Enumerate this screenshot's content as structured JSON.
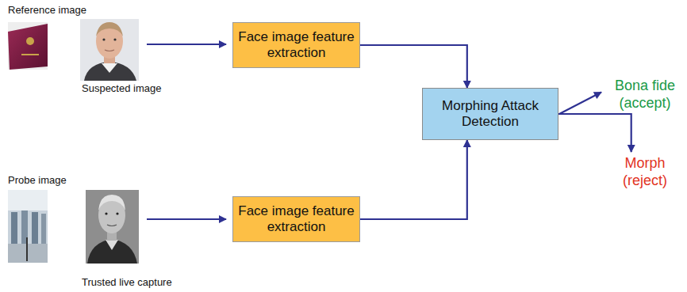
{
  "diagram": {
    "nodes": [
      {
        "text": [
          "Face image feature extraction"
        ]
      },
      {
        "text": [
          "Face image feature extraction"
        ]
      },
      {
        "text": [
          "Morphing Attack Detection"
        ]
      },
      {
        "text": [
          "Bona fide (accept)"
        ]
      },
      {
        "text": [
          "Morph (reject)"
        ]
      }
    ],
    "edges": [
      {
        "from": 0,
        "to": 2,
        "arrow": "to"
      },
      {
        "from": 1,
        "to": 2,
        "arrow": "to"
      },
      {
        "from": 2,
        "to": 3,
        "arrow": "to"
      },
      {
        "from": 2,
        "to": 4,
        "arrow": "to"
      }
    ],
    "labels": [
      "Reference image",
      "Suspected image",
      "Probe image",
      "Trusted live capture"
    ]
  }
}
